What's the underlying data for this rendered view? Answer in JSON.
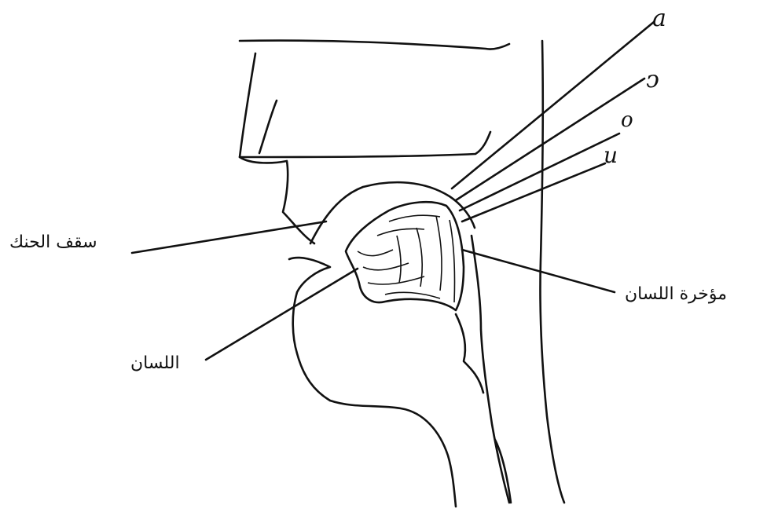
{
  "labels": {
    "palate": "سقف الحنك",
    "tongue": "اللسان",
    "tongue_back": "مؤخرة اللسان"
  },
  "vowels": {
    "a": "a",
    "open_o": "ͻ",
    "o": "o",
    "u": "u"
  },
  "colors": {
    "line": "#111111",
    "background": "#ffffff"
  }
}
